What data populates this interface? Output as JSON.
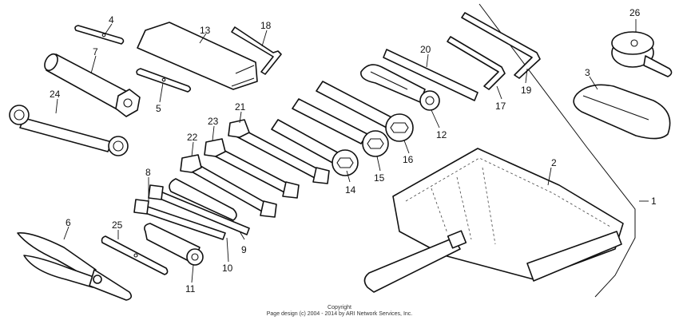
{
  "callouts": {
    "c1": "1",
    "c2": "2",
    "c3": "3",
    "c4": "4",
    "c5": "5",
    "c6": "6",
    "c7": "7",
    "c8": "8",
    "c9": "9",
    "c10": "10",
    "c11": "11",
    "c12": "12",
    "c13": "13",
    "c14": "14",
    "c15": "15",
    "c16": "16",
    "c17": "17",
    "c18": "18",
    "c19": "19",
    "c20": "20",
    "c21": "21",
    "c22": "22",
    "c23": "23",
    "c24": "24",
    "c25": "25",
    "c26": "26"
  },
  "footer": {
    "copyright_label": "Copyright",
    "copyright_line": "Page design (c) 2004 - 2014 by ARI Network Services, Inc."
  },
  "colors": {
    "ink": "#111111",
    "background": "#ffffff"
  }
}
